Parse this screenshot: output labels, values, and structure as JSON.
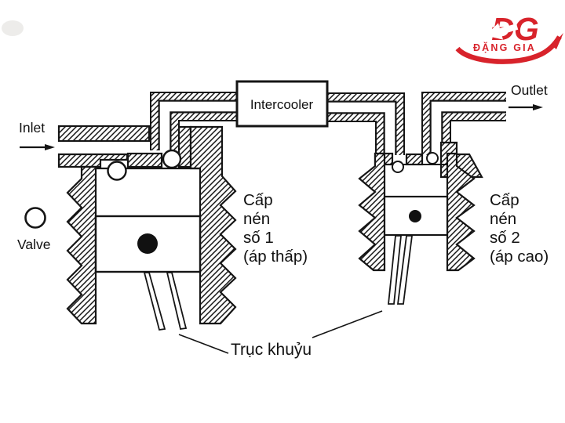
{
  "logo": {
    "monogram": "ĐG",
    "name": "ĐẶNG GIA",
    "color": "#d8232b"
  },
  "pipes": {
    "inlet_label": "Inlet",
    "outlet_label": "Outlet",
    "intercooler_label": "Intercooler"
  },
  "valve": {
    "label": "Valve"
  },
  "stage1": {
    "lines": [
      "Cấp",
      "nén",
      "số 1",
      "(áp thấp)"
    ]
  },
  "stage2": {
    "lines": [
      "Cấp",
      "nén",
      "số 2",
      "(áp cao)"
    ]
  },
  "crankshaft_label": "Trục khuỷu",
  "colors": {
    "ink": "#151515",
    "background": "#ffffff",
    "hatch": "diagonal"
  }
}
